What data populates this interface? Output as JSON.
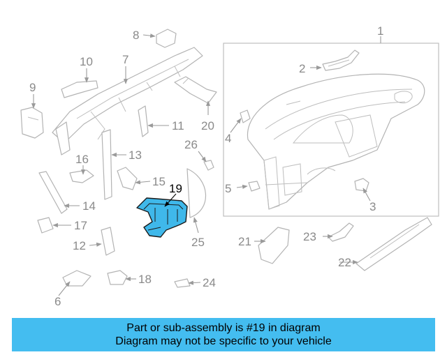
{
  "diagram": {
    "highlight_color": "#3fb8ea",
    "highlighted_part": "19",
    "callouts": [
      "1",
      "2",
      "3",
      "4",
      "5",
      "6",
      "7",
      "8",
      "9",
      "10",
      "11",
      "12",
      "13",
      "14",
      "15",
      "16",
      "17",
      "18",
      "19",
      "20",
      "21",
      "22",
      "23",
      "24",
      "25",
      "26"
    ]
  },
  "banner": {
    "line1": "Part or sub-assembly is #19 in diagram",
    "line2": "Diagram may not be specific to your vehicle",
    "background": "#44bdf0"
  }
}
